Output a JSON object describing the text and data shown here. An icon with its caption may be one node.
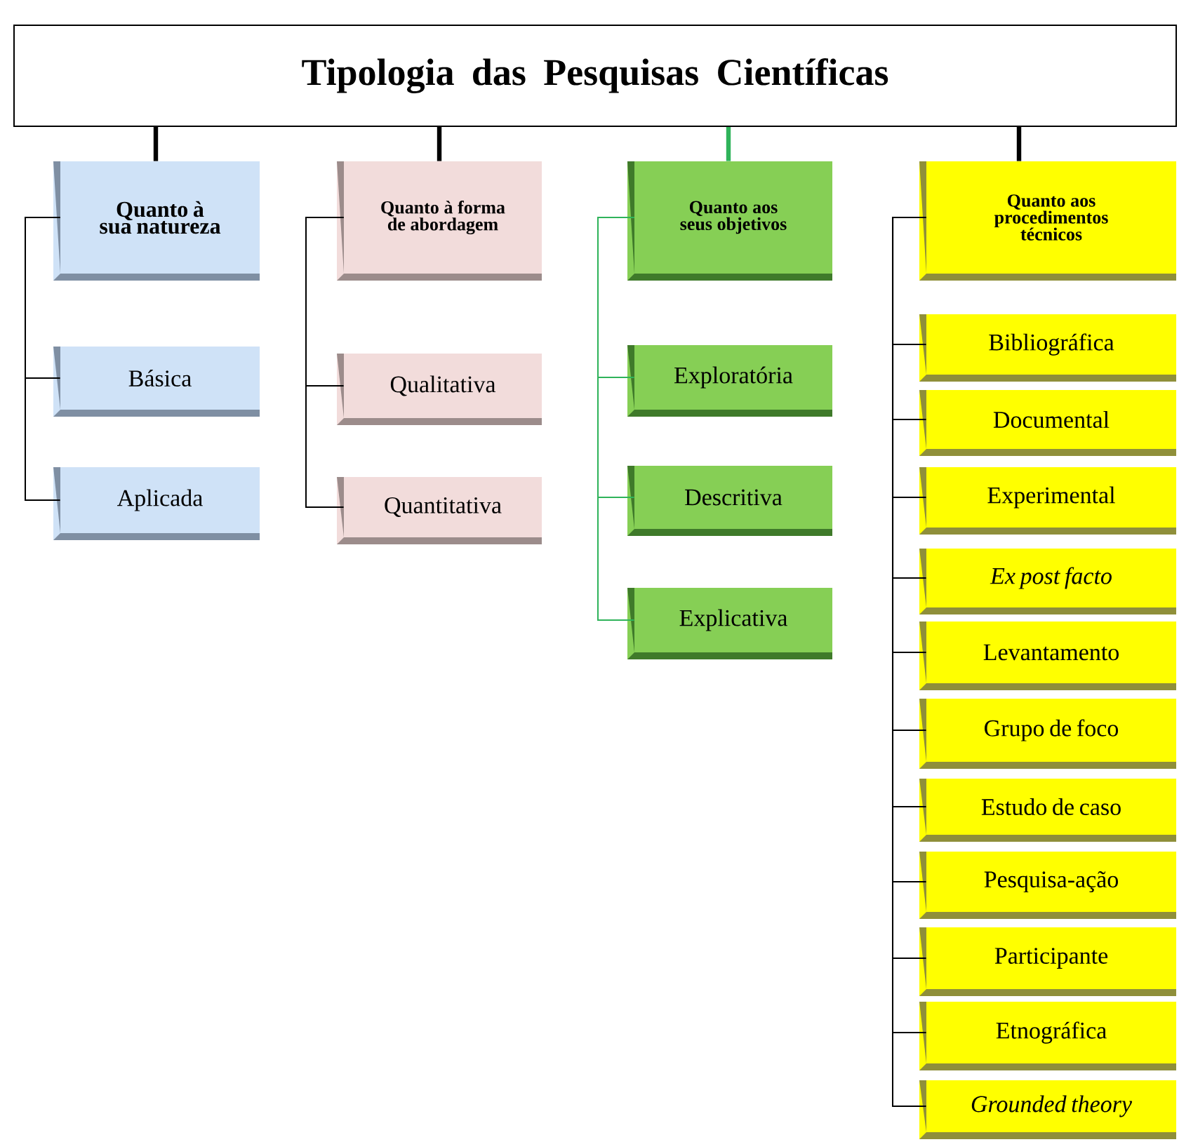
{
  "diagram": {
    "nodes": [
      {
        "text": [
          "Tipologia das Pesquisas Científicas"
        ]
      },
      {
        "text": [
          "Quanto à sua natureza"
        ]
      },
      {
        "text": [
          "Básica"
        ]
      },
      {
        "text": [
          "Aplicada"
        ]
      },
      {
        "text": [
          "Quanto à forma de abordagem"
        ]
      },
      {
        "text": [
          "Qualitativa"
        ]
      },
      {
        "text": [
          "Quantitativa"
        ]
      },
      {
        "text": [
          "Quanto aos seus objetivos"
        ]
      },
      {
        "text": [
          "Exploratória"
        ]
      },
      {
        "text": [
          "Descritiva"
        ]
      },
      {
        "text": [
          "Explicativa"
        ]
      },
      {
        "text": [
          "Quanto aos procedimentos técnicos"
        ]
      },
      {
        "text": [
          "Bibliográfica"
        ]
      },
      {
        "text": [
          "Documental"
        ]
      },
      {
        "text": [
          "Experimental"
        ]
      },
      {
        "text": [
          "Ex post facto"
        ]
      },
      {
        "text": [
          "Levantamento"
        ]
      },
      {
        "text": [
          "Grupo de foco"
        ]
      },
      {
        "text": [
          "Estudo de caso"
        ]
      },
      {
        "text": [
          "Pesquisa-ação"
        ]
      },
      {
        "text": [
          "Participante"
        ]
      },
      {
        "text": [
          "Etnográfica"
        ]
      },
      {
        "text": [
          "Grounded theory"
        ]
      }
    ],
    "edges": [
      {
        "from": 0,
        "to": 1,
        "arrow": "none",
        "style": "thick"
      },
      {
        "from": 0,
        "to": 4,
        "arrow": "none",
        "style": "thick"
      },
      {
        "from": 0,
        "to": 7,
        "arrow": "none",
        "style": "thick",
        "color": "#2fb35a"
      },
      {
        "from": 0,
        "to": 11,
        "arrow": "none",
        "style": "thick"
      },
      {
        "from": 1,
        "to": 2,
        "arrow": "none"
      },
      {
        "from": 1,
        "to": 3,
        "arrow": "none"
      },
      {
        "from": 4,
        "to": 5,
        "arrow": "none"
      },
      {
        "from": 4,
        "to": 6,
        "arrow": "none"
      },
      {
        "from": 7,
        "to": 8,
        "arrow": "none",
        "color": "#2fb35a"
      },
      {
        "from": 7,
        "to": 9,
        "arrow": "none",
        "color": "#2fb35a"
      },
      {
        "from": 7,
        "to": 10,
        "arrow": "none",
        "color": "#2fb35a"
      },
      {
        "from": 11,
        "to": 12,
        "arrow": "none"
      },
      {
        "from": 11,
        "to": 13,
        "arrow": "none"
      },
      {
        "from": 11,
        "to": 14,
        "arrow": "none"
      },
      {
        "from": 11,
        "to": 15,
        "arrow": "none"
      },
      {
        "from": 11,
        "to": 16,
        "arrow": "none"
      },
      {
        "from": 11,
        "to": 17,
        "arrow": "none"
      },
      {
        "from": 11,
        "to": 18,
        "arrow": "none"
      },
      {
        "from": 11,
        "to": 19,
        "arrow": "none"
      },
      {
        "from": 11,
        "to": 20,
        "arrow": "none"
      },
      {
        "from": 11,
        "to": 21,
        "arrow": "none"
      },
      {
        "from": 11,
        "to": 22,
        "arrow": "none"
      }
    ]
  }
}
